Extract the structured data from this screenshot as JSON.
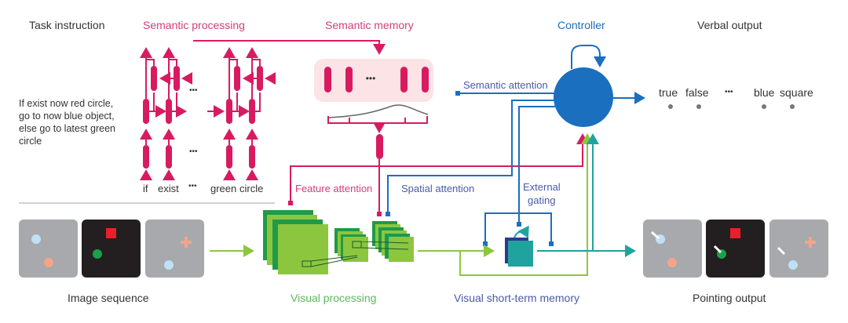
{
  "labels": {
    "task_instruction": "Task instruction",
    "semantic_processing": "Semantic processing",
    "semantic_memory": "Semantic memory",
    "controller": "Controller",
    "verbal_output": "Verbal output",
    "semantic_attention": "Semantic attention",
    "feature_attention": "Feature attention",
    "spatial_attention": "Spatial attention",
    "external_gating_1": "External",
    "external_gating_2": "gating",
    "image_sequence": "Image sequence",
    "visual_processing": "Visual processing",
    "visual_stm": "Visual short-term memory",
    "pointing_output": "Pointing output"
  },
  "task_text": "If exist now red circle, go to now blue object, else go to latest green circle",
  "tokens": [
    "if",
    "exist",
    "•••",
    "green",
    "circle"
  ],
  "verbal_outputs": [
    "true",
    "false",
    "•••",
    "blue",
    "square"
  ],
  "ellipsis": "•••",
  "colors": {
    "semantic": "#d81b60",
    "controller": "#1a6fbf",
    "visual": "#8cc63f",
    "visual_dark": "#1f9a48",
    "memory": "#20a39e",
    "memory_dark": "#2a3b8f",
    "frame_gray": "#a7a9ac",
    "frame_black": "#231f20"
  }
}
